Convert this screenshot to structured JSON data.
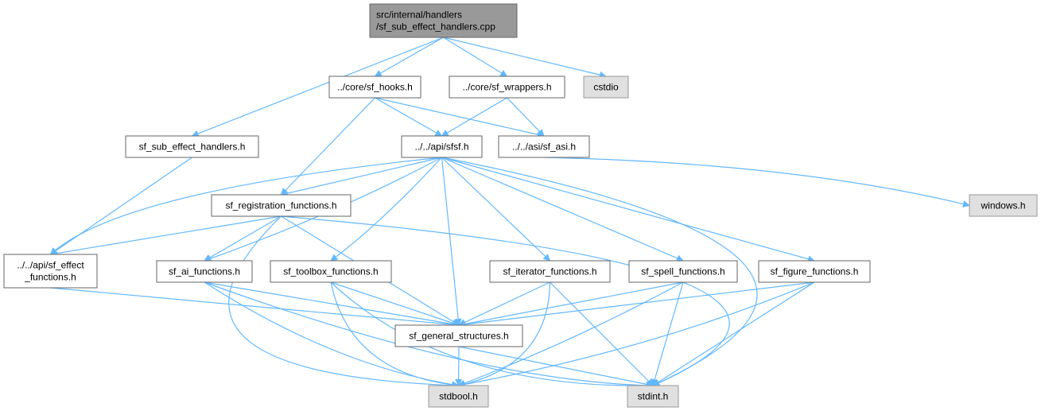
{
  "diagram": {
    "colors": {
      "edge": "#63b8ff",
      "root_fill": "#999999",
      "node_fill": "#ffffff",
      "external_fill": "#e0e0e0",
      "node_stroke": "#666666",
      "external_stroke": "#999999"
    },
    "nodes": [
      {
        "id": "root",
        "lines": [
          "src/internal/handlers",
          "/sf_sub_effect_handlers.cpp"
        ],
        "kind": "root"
      },
      {
        "id": "hooks",
        "lines": [
          "../core/sf_hooks.h"
        ],
        "kind": "node"
      },
      {
        "id": "wrappers",
        "lines": [
          "../core/sf_wrappers.h"
        ],
        "kind": "node"
      },
      {
        "id": "cstdio",
        "lines": [
          "cstdio"
        ],
        "kind": "external"
      },
      {
        "id": "subh",
        "lines": [
          "sf_sub_effect_handlers.h"
        ],
        "kind": "node"
      },
      {
        "id": "sfsf",
        "lines": [
          "../../api/sfsf.h"
        ],
        "kind": "node"
      },
      {
        "id": "asi",
        "lines": [
          "../../asi/sf_asi.h"
        ],
        "kind": "node"
      },
      {
        "id": "windows",
        "lines": [
          "windows.h"
        ],
        "kind": "external"
      },
      {
        "id": "reg",
        "lines": [
          "sf_registration_functions.h"
        ],
        "kind": "node"
      },
      {
        "id": "effect",
        "lines": [
          "../../api/sf_effect",
          "_functions.h"
        ],
        "kind": "node"
      },
      {
        "id": "ai",
        "lines": [
          "sf_ai_functions.h"
        ],
        "kind": "node"
      },
      {
        "id": "toolbox",
        "lines": [
          "sf_toolbox_functions.h"
        ],
        "kind": "node"
      },
      {
        "id": "iter",
        "lines": [
          "sf_iterator_functions.h"
        ],
        "kind": "node"
      },
      {
        "id": "spell",
        "lines": [
          "sf_spell_functions.h"
        ],
        "kind": "node"
      },
      {
        "id": "figure",
        "lines": [
          "sf_figure_functions.h"
        ],
        "kind": "node"
      },
      {
        "id": "general",
        "lines": [
          "sf_general_structures.h"
        ],
        "kind": "node"
      },
      {
        "id": "stdbool",
        "lines": [
          "stdbool.h"
        ],
        "kind": "external"
      },
      {
        "id": "stdint",
        "lines": [
          "stdint.h"
        ],
        "kind": "external"
      }
    ],
    "edges": [
      [
        "root",
        "subh"
      ],
      [
        "root",
        "hooks"
      ],
      [
        "root",
        "wrappers"
      ],
      [
        "root",
        "cstdio"
      ],
      [
        "hooks",
        "sfsf"
      ],
      [
        "hooks",
        "asi"
      ],
      [
        "hooks",
        "reg"
      ],
      [
        "wrappers",
        "sfsf"
      ],
      [
        "wrappers",
        "asi"
      ],
      [
        "subh",
        "effect"
      ],
      [
        "sfsf",
        "reg"
      ],
      [
        "sfsf",
        "effect"
      ],
      [
        "sfsf",
        "ai"
      ],
      [
        "sfsf",
        "toolbox"
      ],
      [
        "sfsf",
        "iter"
      ],
      [
        "sfsf",
        "spell"
      ],
      [
        "sfsf",
        "figure"
      ],
      [
        "sfsf",
        "general"
      ],
      [
        "sfsf",
        "stdint"
      ],
      [
        "asi",
        "windows"
      ],
      [
        "reg",
        "effect"
      ],
      [
        "reg",
        "ai"
      ],
      [
        "reg",
        "general"
      ],
      [
        "reg",
        "stdbool"
      ],
      [
        "reg",
        "stdint"
      ],
      [
        "effect",
        "general"
      ],
      [
        "ai",
        "general"
      ],
      [
        "ai",
        "stdbool"
      ],
      [
        "ai",
        "stdint"
      ],
      [
        "toolbox",
        "general"
      ],
      [
        "toolbox",
        "stdbool"
      ],
      [
        "toolbox",
        "stdint"
      ],
      [
        "iter",
        "general"
      ],
      [
        "iter",
        "stdbool"
      ],
      [
        "iter",
        "stdint"
      ],
      [
        "spell",
        "general"
      ],
      [
        "spell",
        "stdbool"
      ],
      [
        "spell",
        "stdint"
      ],
      [
        "figure",
        "general"
      ],
      [
        "figure",
        "stdbool"
      ],
      [
        "figure",
        "stdint"
      ],
      [
        "general",
        "stdbool"
      ],
      [
        "general",
        "stdint"
      ]
    ]
  }
}
